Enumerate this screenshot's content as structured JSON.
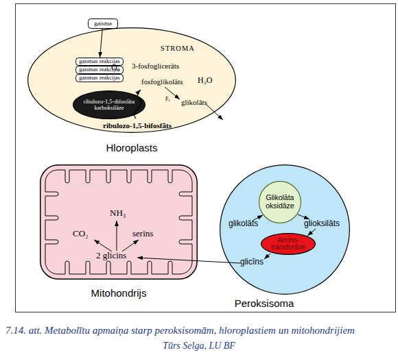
{
  "diagram": {
    "caption": "7.14. att. Metabolītu apmaiņa starp peroksisomām, hloroplastiem un mitohondrijiem",
    "nodes": [
      {
        "text": [
          "gaisma"
        ]
      },
      {
        "text": [
          "STROMA",
          "Hloroplasts"
        ]
      },
      {
        "text": [
          "gaismas reakcijas"
        ],
        "in": 1
      },
      {
        "text": [
          "gaismas reakcijas"
        ],
        "in": 1
      },
      {
        "text": [
          "gaismas reakcijas"
        ],
        "in": 1
      },
      {
        "text": [
          "ribulozo-1,5-difosfāta karboksilāze"
        ],
        "in": 1
      },
      {
        "text": [
          "Mitohondrijs"
        ]
      },
      {
        "text": [
          "Peroksisoma"
        ]
      },
      {
        "text": [
          "Glikolāta oksidāze"
        ],
        "in": 7
      },
      {
        "text": [
          "Amino- transferāze"
        ],
        "in": 7
      }
    ],
    "edges": [
      {
        "from": 0,
        "to": 2,
        "arrow": "to"
      }
    ],
    "labels": [
      "O₂",
      "3-fosfoglicerāts",
      "fosfoglikolāts",
      "H₂O",
      "Fₐ",
      "glikolāts",
      "ribulozo-1,5-bifosfāts",
      "NH₃",
      "CO₂",
      "serīns",
      "2 glicīns",
      "glikolāts",
      "glioksilāts",
      "glicīns",
      "Tūrs Selga, LU BF"
    ]
  }
}
